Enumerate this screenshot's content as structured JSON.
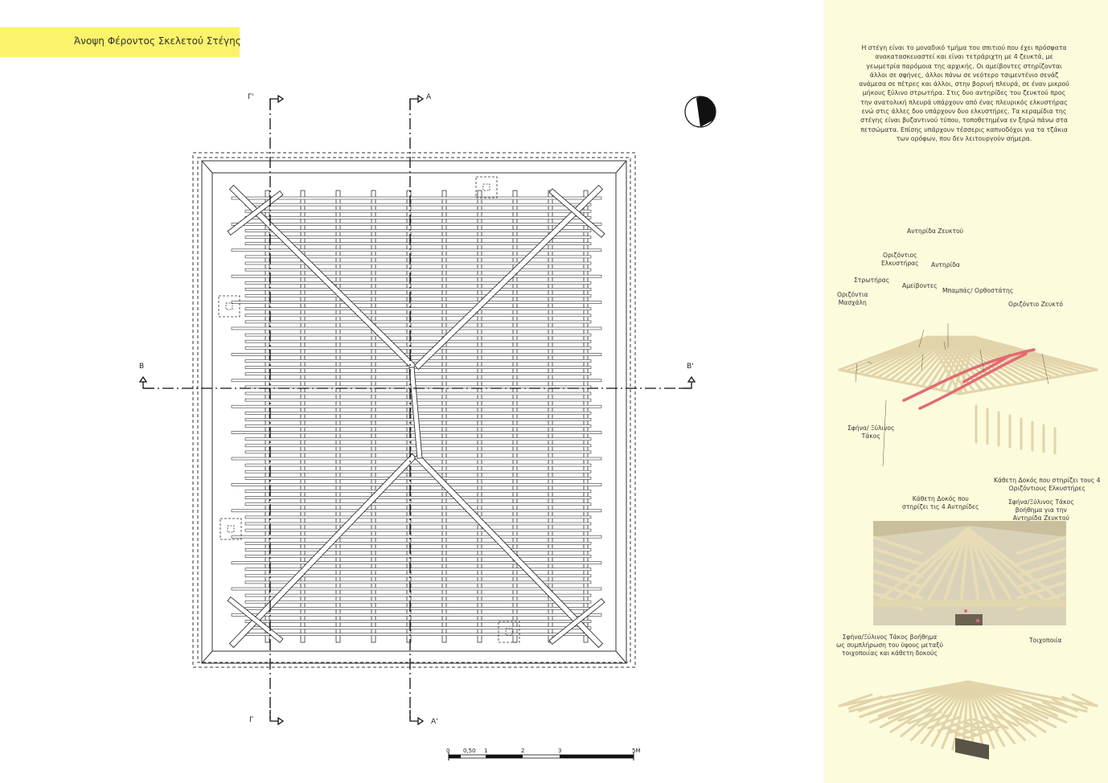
{
  "title": "Άνοψη Φέροντος Σκελετού Στέγης",
  "section_labels": {
    "gamma_top": "Γ'",
    "gamma_bottom": "Γ",
    "alpha_top": "Α",
    "alpha_bottom": "Α'",
    "beta_left": "Β",
    "beta_right": "Β'"
  },
  "scale_bar": {
    "ticks": [
      "0",
      "0,50",
      "1",
      "2",
      "3",
      "5M"
    ]
  },
  "description": "Η στέγη είναι το μοναδικό τμήμα του σπιτιού που έχει πρόσφατα ανακατασκευαστεί και είναι τετράριχτη με 4 ζευκτά, με γεωμετρία παρόμοια της αρχικής. Οι αμείβοντες στηρίζονται άλλοι σε σφήνες, άλλοι πάνω σε νεότερο τσιμεντένιο σενάζ ανάμεσα σε πέτρες και άλλοι, στην βορινή πλευρά, σε έναν μικρού μήκους ξύλινο στρωτήρα. Στις δυο αντηρίδες του ζευκτού προς την ανατολική πλευρά υπάρχουν από ένας πλευρικός ελκυστήρας ενώ στις άλλες δυο υπάρχουν δυο ελκυστήρες. Τα κεραμίδια της στέγης είναι βυζαντινού τύπου, τοποθετημένα εν ξηρώ πάνω στα πετσώματα. Επίσης υπάρχουν τέσσερις καπνοδόχοι για τα τζάκια των ορόφων, που δεν λειτουργούν σήμερα.",
  "annotations": {
    "antirida_zeuktou": "Αντηρίδα Ζευκτού",
    "orizontios_elkystiras": "Οριζόντιος\nΕλκυστήρας",
    "antirida": "Αντηρίδα",
    "strotiras": "Στρωτήρας",
    "ameivontes": "Αμείβοντες",
    "mpampas": "Μπαμπάς/ Ορθοστάτης",
    "orizontia_masxali": "Οριζόντια\nΜασχάλη",
    "orizontio_zeukto": "Οριζόντιο Ζευκτό",
    "sfina_taxos": "Σφήνα/ Ξύλινος\nΤάκος",
    "katheti_dokos_4_elkystires": "Κάθετη Δοκός που στηρίζει τους 4\nΟριζόντιους Ελκυστήρες",
    "katheti_dokos_4_antirides": "Κάθετη Δοκός που\nστηρίζει τις 4 Αντηρίδες",
    "sfina_antirida_zeuktou": "Σφήνα/Ξύλινος Τάκος\nβοήθημα για την\nΑντηρίδα Ζευκτού",
    "sfina_symplirosi": "Σφήνα/Ξύλινος Τάκος βοήθημα\nως συμπλήρωση του ύψους μεταξύ\nτοιχοποιίας και κάθετη δοκούς",
    "toixopoiia": "Τοιχοποιία"
  },
  "colors": {
    "title_bar": "#fbf36b",
    "side_panel": "#fcfbdc",
    "timber": "#e8dcb8",
    "highlight": "#e06b73"
  }
}
